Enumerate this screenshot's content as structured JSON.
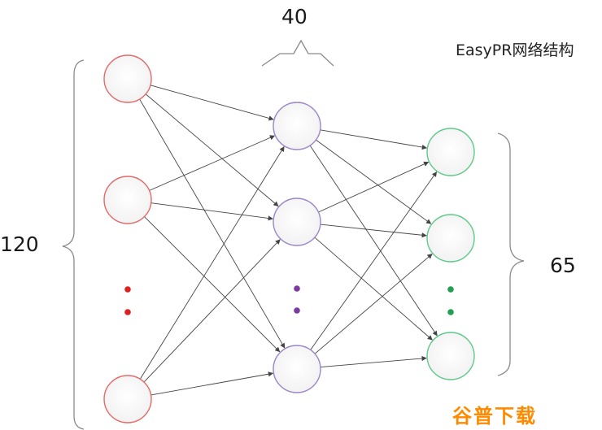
{
  "title": "EasyPR网络结构",
  "layers": [
    {
      "name": "input",
      "count_label": "120",
      "color": "#e46a6a",
      "dot_color": "#e02020"
    },
    {
      "name": "hidden",
      "count_label": "40",
      "color": "#9b86c9",
      "dot_color": "#7a3aa0"
    },
    {
      "name": "output",
      "count_label": "65",
      "color": "#5fc98a",
      "dot_color": "#20a050"
    }
  ],
  "watermark": "谷普下载",
  "colors": {
    "edge": "#444444",
    "brace": "#8a8a8a",
    "watermark": "#ff8a00"
  }
}
